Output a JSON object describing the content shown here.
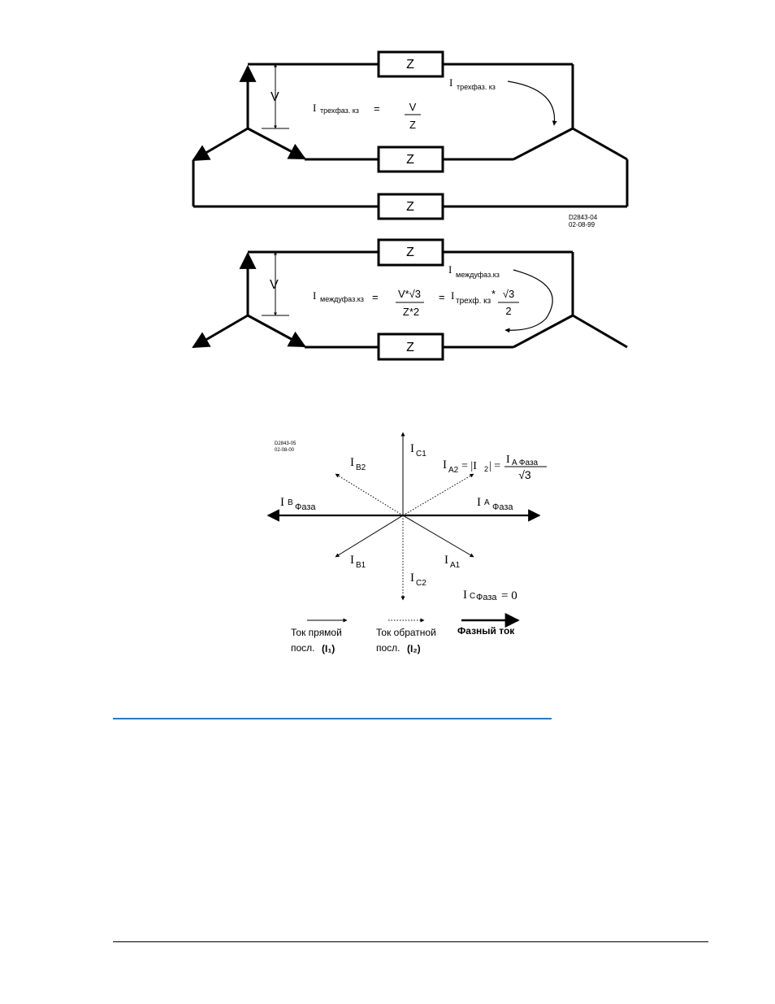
{
  "circuit_top": {
    "impedance_label": "Z",
    "voltage_label": "V",
    "current_arrow_label": "I",
    "current_arrow_sub": "трехфаз. кз",
    "formula_lhs_main": "I",
    "formula_lhs_sub": "трехфаз. кз",
    "formula_eq": "=",
    "formula_num": "V",
    "formula_den": "Z",
    "drawing_code": "D2843-04",
    "drawing_date": "02-08-99"
  },
  "circuit_bottom": {
    "impedance_label": "Z",
    "voltage_label": "V",
    "current_arrow_label": "I",
    "current_arrow_sub": "междуфаз.кз",
    "formula_lhs_main": "I",
    "formula_lhs_sub": "междуфаз.кз",
    "formula_eq": "=",
    "formula_num": "V*√3",
    "formula_den": "Z*2",
    "formula_eq2": "=",
    "formula_rhs_main": "I",
    "formula_rhs_sub": "трехф. кз",
    "formula_rhs_mult": "*",
    "formula_rhs_num": "√3",
    "formula_rhs_den": "2"
  },
  "phasor": {
    "drawing_code": "D2843-05",
    "drawing_date": "02-08-00",
    "labels": {
      "ic1_main": "I",
      "ic1_sub": "C1",
      "ib2_main": "I",
      "ib2_sub": "B2",
      "ia2_main": "I",
      "ia2_sub": "A2",
      "ia2_eq": "= |I",
      "ia2_eq_sub": "2",
      "ia2_eq2": "| =",
      "ia2_num_main": "I",
      "ia2_num_sub": "A Фаза",
      "ia2_den": "√3",
      "ib_main": "I",
      "ib_sub": "B",
      "ib_phase": "Фаза",
      "ia_main": "I",
      "ia_sub": "A",
      "ia_phase": "Фаза",
      "ib1_main": "I",
      "ib1_sub": "B1",
      "ia1_main": "I",
      "ia1_sub": "A1",
      "ic2_main": "I",
      "ic2_sub": "C2",
      "ic_main": "I",
      "ic_sub": "C",
      "ic_phase": "Фаза",
      "ic_eq": "= 0"
    },
    "legend": [
      {
        "line1": "Ток прямой",
        "line2": "посл.",
        "symbol": "(I₁)"
      },
      {
        "line1": "Ток обратной",
        "line2": "посл.",
        "symbol": "(I₂)"
      },
      {
        "line1": "Фазный ток"
      }
    ]
  }
}
